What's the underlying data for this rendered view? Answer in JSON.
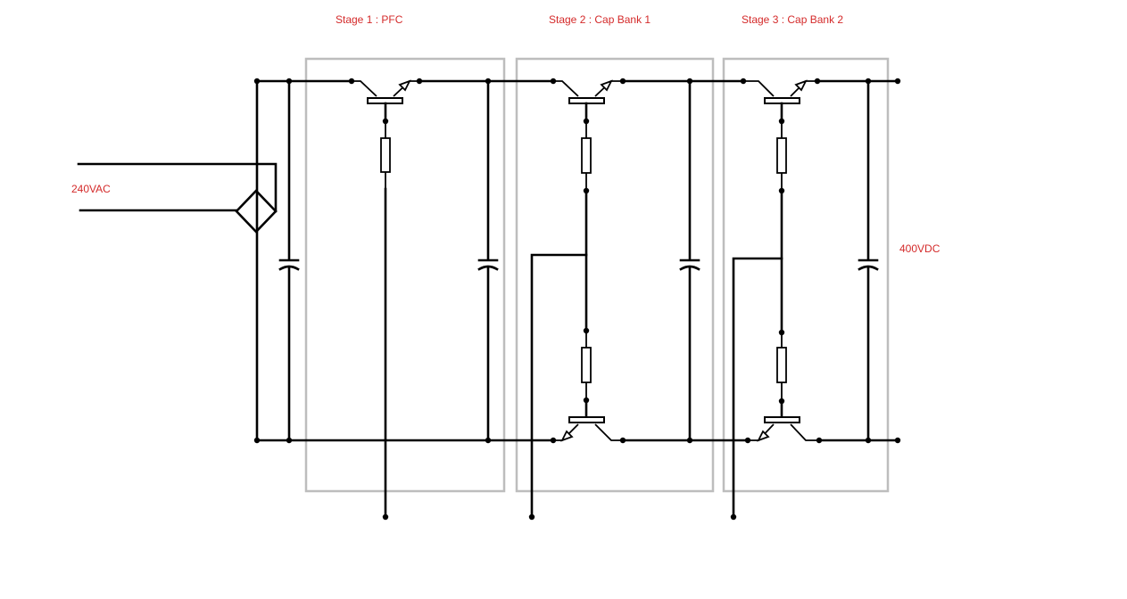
{
  "labels": {
    "stage1": "Stage 1 : PFC",
    "stage2": "Stage 2 : Cap Bank 1",
    "stage3": "Stage 3 : Cap Bank 2",
    "input_voltage": "240VAC",
    "output_voltage": "400VDC"
  },
  "colors": {
    "label_text": "#d42a2a",
    "stage_box": "#bdbdbd",
    "wire": "#000000",
    "background": "#ffffff"
  }
}
